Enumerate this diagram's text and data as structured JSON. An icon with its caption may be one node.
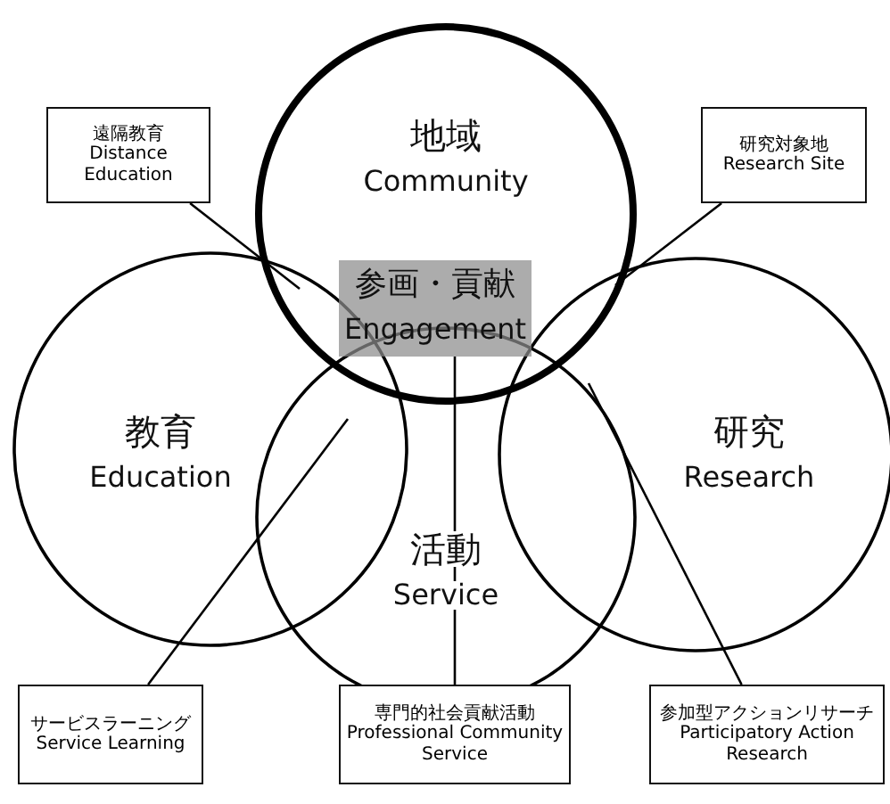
{
  "diagram": {
    "nodes": [
      {
        "text": [
          "地域",
          "Community"
        ]
      },
      {
        "text": [
          "教育",
          "Education"
        ]
      },
      {
        "text": [
          "活動",
          "Service"
        ]
      },
      {
        "text": [
          "研究",
          "Research"
        ]
      },
      {
        "text": [
          "参画・貢献",
          "Engagement"
        ],
        "in": 0
      },
      {
        "text": [
          "遠隔教育",
          "Distance Education"
        ]
      },
      {
        "text": [
          "研究対象地",
          "Research Site"
        ]
      },
      {
        "text": [
          "サービスラーニング",
          "Service Learning"
        ]
      },
      {
        "text": [
          "専門的社会貢献活動",
          "Professional Community Service"
        ]
      },
      {
        "text": [
          "参加型アクションリサーチ",
          "Participatory Action Research"
        ]
      }
    ],
    "edges": [
      {
        "from": 5,
        "to": 0,
        "arrow": "none"
      },
      {
        "from": 6,
        "to": 0,
        "arrow": "none"
      },
      {
        "from": 7,
        "to": 2,
        "arrow": "none"
      },
      {
        "from": 8,
        "to": 4,
        "arrow": "none"
      },
      {
        "from": 9,
        "to": 3,
        "arrow": "none"
      }
    ]
  }
}
